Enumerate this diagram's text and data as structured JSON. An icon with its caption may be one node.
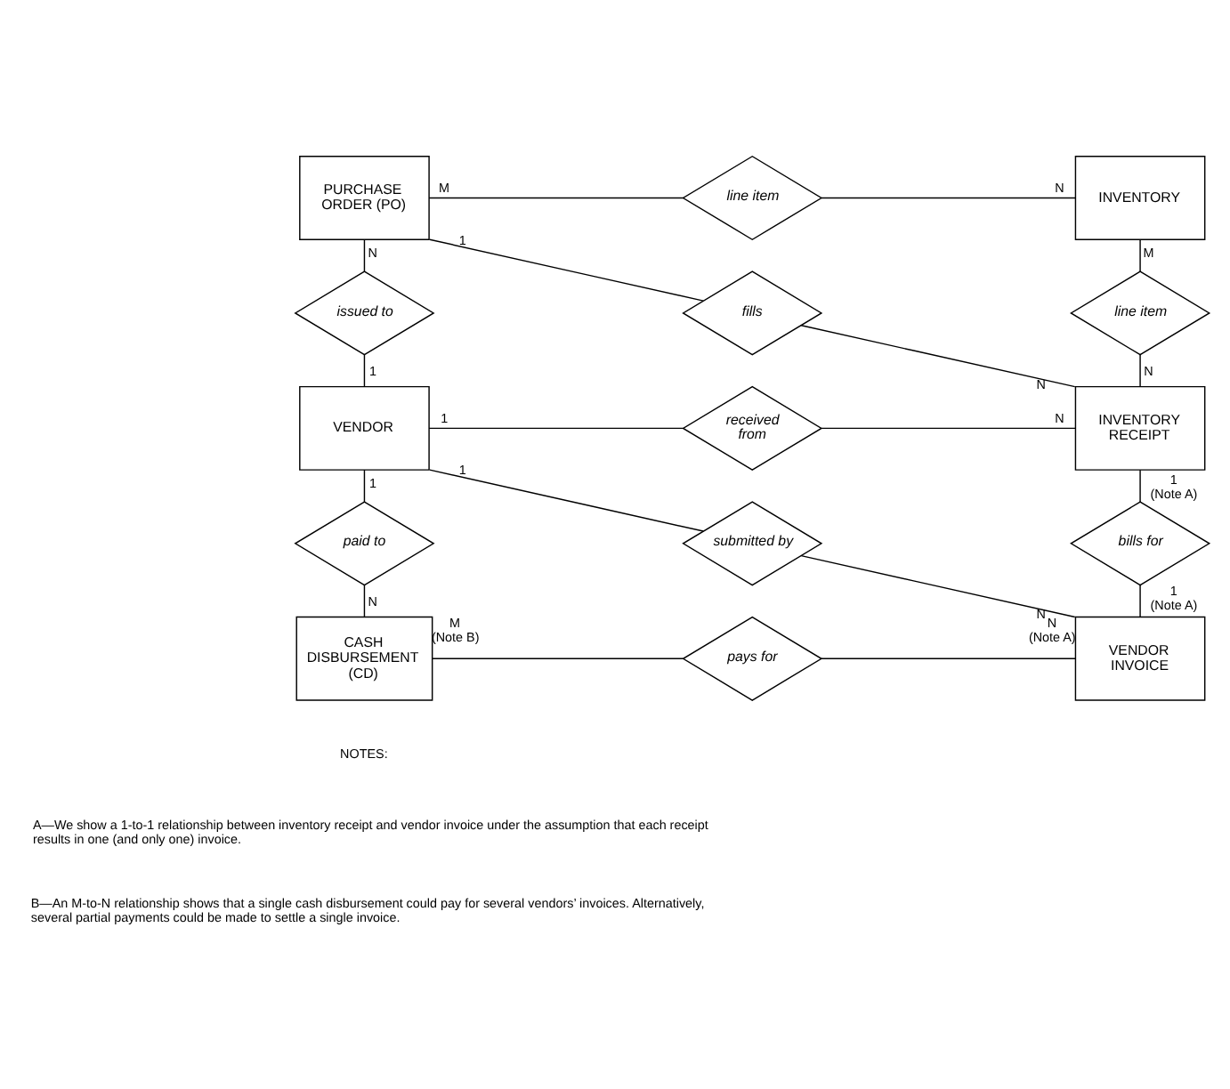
{
  "diagram": {
    "nodes": [
      {
        "text": [
          "PURCHASE ORDER (PO)"
        ]
      },
      {
        "text": [
          "line item"
        ]
      },
      {
        "text": [
          "INVENTORY"
        ]
      },
      {
        "text": [
          "issued to"
        ]
      },
      {
        "text": [
          "fills"
        ]
      },
      {
        "text": [
          "line item"
        ]
      },
      {
        "text": [
          "VENDOR"
        ]
      },
      {
        "text": [
          "received from"
        ]
      },
      {
        "text": [
          "INVENTORY RECEIPT"
        ]
      },
      {
        "text": [
          "paid to"
        ]
      },
      {
        "text": [
          "submitted by"
        ]
      },
      {
        "text": [
          "bills for"
        ]
      },
      {
        "text": [
          "CASH DISBURSEMENT (CD)"
        ]
      },
      {
        "text": [
          "pays for"
        ]
      },
      {
        "text": [
          "VENDOR INVOICE"
        ]
      }
    ],
    "edges": [
      {
        "from": 0,
        "to": 1,
        "arrow": "none",
        "label": "M"
      },
      {
        "from": 0,
        "to": 3,
        "arrow": "none",
        "label": "N"
      },
      {
        "from": 0,
        "to": 4,
        "arrow": "none",
        "label": "1"
      },
      {
        "from": 2,
        "to": 1,
        "arrow": "none",
        "label": "N"
      },
      {
        "from": 2,
        "to": 5,
        "arrow": "none",
        "label": "M"
      },
      {
        "from": 6,
        "to": 3,
        "arrow": "none",
        "label": "1"
      },
      {
        "from": 6,
        "to": 7,
        "arrow": "none",
        "label": "1"
      },
      {
        "from": 6,
        "to": 9,
        "arrow": "none",
        "label": "1"
      },
      {
        "from": 6,
        "to": 10,
        "arrow": "none",
        "label": "1"
      },
      {
        "from": 8,
        "to": 4,
        "arrow": "none",
        "label": "N"
      },
      {
        "from": 8,
        "to": 5,
        "arrow": "none",
        "label": "N"
      },
      {
        "from": 8,
        "to": 7,
        "arrow": "none",
        "label": "N"
      },
      {
        "from": 8,
        "to": 11,
        "arrow": "none",
        "label": "1 (Note A)"
      },
      {
        "from": 12,
        "to": 9,
        "arrow": "none",
        "label": "N"
      },
      {
        "from": 12,
        "to": 13,
        "arrow": "none",
        "label": "M (Note B)"
      },
      {
        "from": 14,
        "to": 10,
        "arrow": "none",
        "label": "N"
      },
      {
        "from": 14,
        "to": 11,
        "arrow": "none",
        "label": "1 (Note A)"
      },
      {
        "from": 14,
        "to": 13,
        "arrow": "none",
        "label": "N (Note A)"
      }
    ],
    "labels": [
      "NOTES:",
      "A—We show a 1-to-1 relationship between inventory receipt and vendor invoice under the assumption that each receipt results in one (and only one) invoice.",
      "B—An M-to-N relationship shows that a single cash disbursement could pay for several vendors’ invoices. Alternatively, several partial payments could be made to settle a single invoice."
    ]
  }
}
